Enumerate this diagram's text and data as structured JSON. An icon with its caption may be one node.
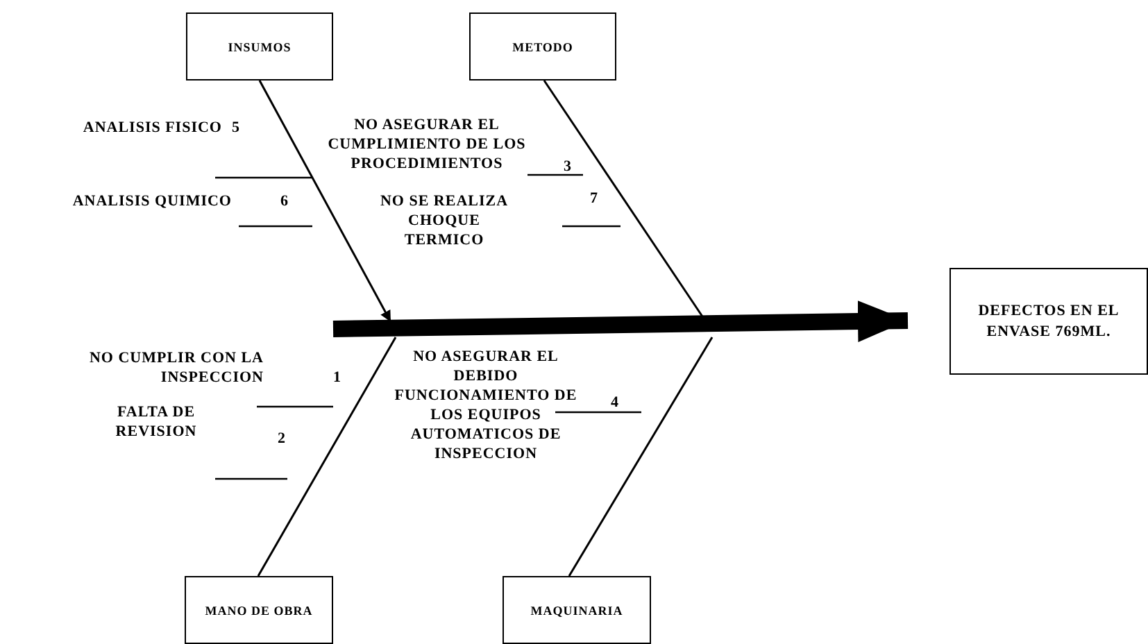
{
  "diagram": {
    "nodes": [
      {
        "text": [
          "INSUMOS"
        ]
      },
      {
        "text": [
          "METODO"
        ]
      },
      {
        "text": [
          "MANO DE OBRA"
        ]
      },
      {
        "text": [
          "MAQUINARIA"
        ]
      },
      {
        "text": [
          "DEFECTOS EN EL ENVASE 769ML."
        ]
      }
    ],
    "edges": [
      {
        "from": 0,
        "to": null,
        "arrow": "to"
      },
      {
        "from": 1,
        "to": null,
        "arrow": "none"
      },
      {
        "from": 2,
        "to": null,
        "arrow": "none"
      },
      {
        "from": 3,
        "to": null,
        "arrow": "none"
      },
      {
        "from": null,
        "to": 4,
        "arrow": "to",
        "style": "thick"
      }
    ],
    "labels": [
      "NO ASEGURAR EL CUMPLIMIENTO DE LOS PROCEDIMIENTOS",
      "ANALISIS FISICO",
      "5",
      "3",
      "ANALISIS QUIMICO",
      "6",
      "NO SE REALIZA CHOQUE TERMICO",
      "7",
      "NO CUMPLIR CON LA INSPECCION",
      "1",
      "NO ASEGURAR EL DEBIDO FUNCIONAMIENTO DE LOS EQUIPOS AUTOMATICOS DE INSPECCION",
      "4",
      "FALTA DE REVISION",
      "2"
    ]
  }
}
